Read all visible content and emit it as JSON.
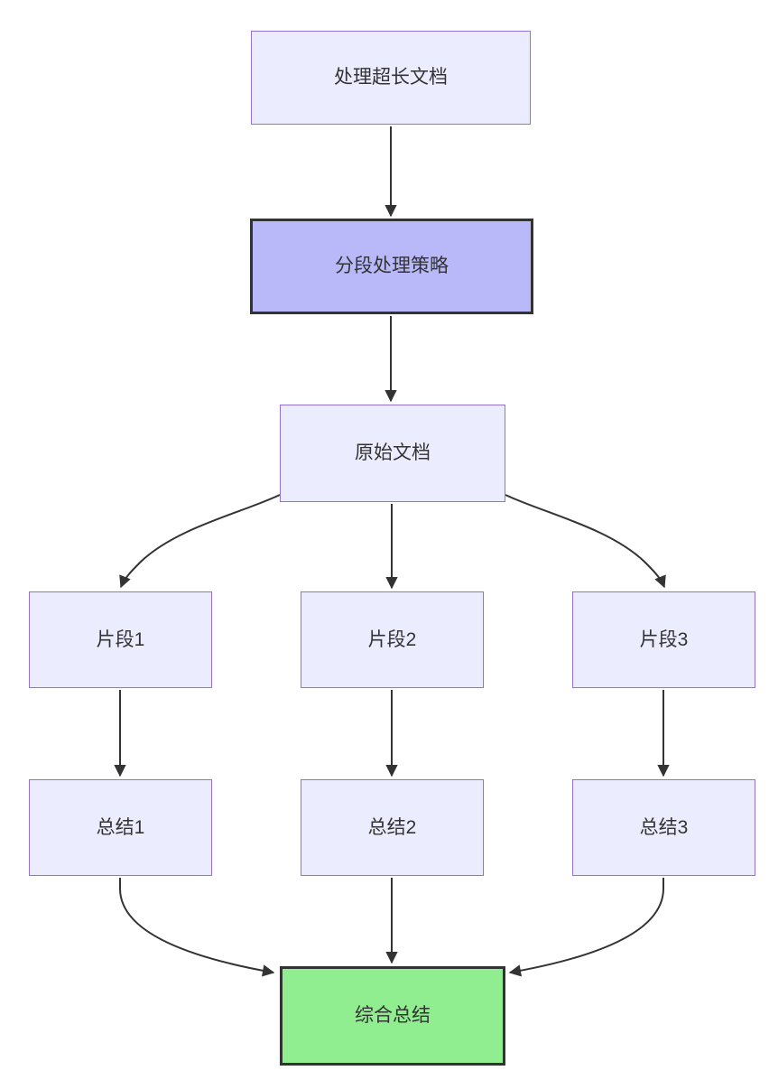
{
  "diagram": {
    "type": "flowchart",
    "direction": "top-down",
    "nodes": [
      {
        "id": "A",
        "label": "处理超长文档",
        "style": "default"
      },
      {
        "id": "B",
        "label": "分段处理策略",
        "style": "emphasis-purple"
      },
      {
        "id": "C",
        "label": "原始文档",
        "style": "default"
      },
      {
        "id": "D1",
        "label": "片段1",
        "style": "default"
      },
      {
        "id": "D2",
        "label": "片段2",
        "style": "default"
      },
      {
        "id": "D3",
        "label": "片段3",
        "style": "default"
      },
      {
        "id": "E1",
        "label": "总结1",
        "style": "default"
      },
      {
        "id": "E2",
        "label": "总结2",
        "style": "default"
      },
      {
        "id": "E3",
        "label": "总结3",
        "style": "default"
      },
      {
        "id": "F",
        "label": "综合总结",
        "style": "result-green"
      }
    ],
    "edges": [
      {
        "from": "A",
        "to": "B"
      },
      {
        "from": "B",
        "to": "C"
      },
      {
        "from": "C",
        "to": "D1"
      },
      {
        "from": "C",
        "to": "D2"
      },
      {
        "from": "C",
        "to": "D3"
      },
      {
        "from": "D1",
        "to": "E1"
      },
      {
        "from": "D2",
        "to": "E2"
      },
      {
        "from": "D3",
        "to": "E3"
      },
      {
        "from": "E1",
        "to": "F"
      },
      {
        "from": "E2",
        "to": "F"
      },
      {
        "from": "E3",
        "to": "F"
      }
    ],
    "colors": {
      "node_fill": "#ECECFF",
      "node_border": "#9370DB",
      "emphasis_fill": "#B9B9F9",
      "emphasis_border": "#333333",
      "result_fill": "#90EE90",
      "result_border": "#333333",
      "edge": "#333333",
      "text": "#333333",
      "background": "#FFFFFF"
    }
  }
}
